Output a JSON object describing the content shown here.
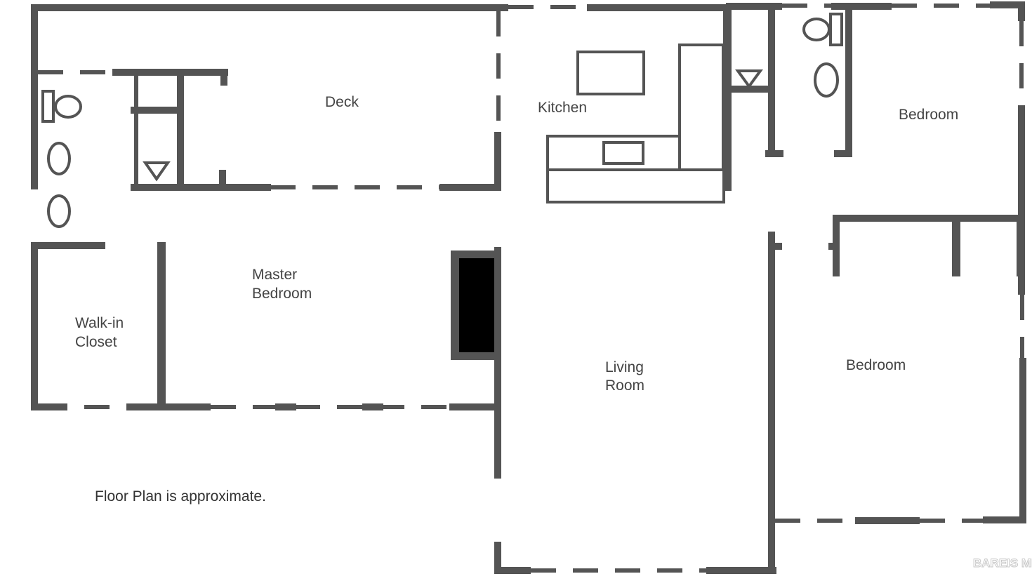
{
  "colors": {
    "wall": "#545454",
    "background": "#ffffff",
    "fireplace": "#000000"
  },
  "rooms": {
    "deck": "Deck",
    "kitchen": "Kitchen",
    "bedroom_top": "Bedroom",
    "master_line1": "Master",
    "master_line2": "Bedroom",
    "walkin_line1": "Walk-in",
    "walkin_line2": "Closet",
    "living_line1": "Living",
    "living_line2": "Room",
    "bedroom_bottom": "Bedroom"
  },
  "note": "Floor Plan is approximate.",
  "watermark": "BAREIS MLS",
  "icons": [
    "toilet-icon",
    "sink-icon",
    "shower-icon",
    "fireplace-icon",
    "kitchen-counter-icon"
  ]
}
